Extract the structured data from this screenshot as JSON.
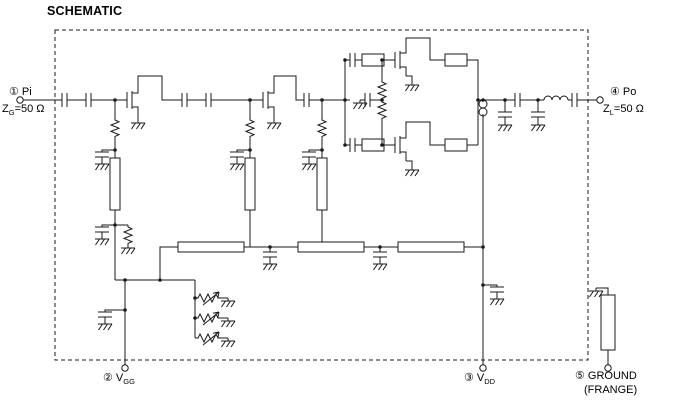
{
  "title": "SCHEMATIC",
  "pins": {
    "input": {
      "label": "① Pi",
      "imp_base": "Z",
      "imp_sub": "G",
      "imp_rest": "=50 Ω"
    },
    "output": {
      "label": "④ Po",
      "imp_base": "Z",
      "imp_sub": "L",
      "imp_rest": "=50 Ω"
    },
    "vgg": {
      "prefix": "② V",
      "sub": "GG"
    },
    "vdd": {
      "prefix": "③ V",
      "sub": "DD"
    },
    "ground": {
      "label": "⑤ GROUND",
      "label2": "(FRANGE)"
    }
  },
  "colors": {
    "ink": "#1a1a1a",
    "background": "#ffffff"
  }
}
